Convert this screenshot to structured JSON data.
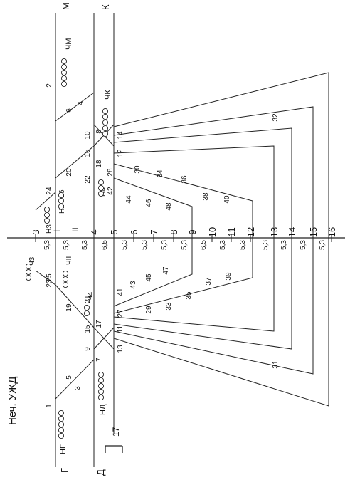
{
  "header": {
    "title": "Неч. УЖД"
  },
  "labels": {
    "track_G": "Г",
    "track_D": "Д",
    "track_M": "М",
    "track_K": "К",
    "sig_NG": "НГ",
    "sig_ND": "НД",
    "sig_CHM": "ЧМ",
    "sig_CHK": "ЧК",
    "sig_N3": "Н3",
    "sig_NII": "НII",
    "sig_N4": "Н4",
    "sig_CHII": "ЧII",
    "sig_CH4": "Ч4",
    "sig_CH3": "Ч3",
    "track_I": "I",
    "track_II": "II",
    "track_17": "17"
  },
  "tracks": [
    "3",
    "I",
    "II",
    "4",
    "5",
    "6",
    "7",
    "8",
    "9",
    "10",
    "11",
    "12",
    "13",
    "14",
    "15",
    "16"
  ],
  "slopes": [
    "5,3",
    "5,3",
    "5,3",
    "6,5",
    "5,3",
    "5,3",
    "5,3",
    "5,3",
    "6,5",
    "5,3",
    "5,3",
    "5,3",
    "5,3",
    "5,3",
    "5,3"
  ],
  "switches_left": [
    "1",
    "3",
    "5",
    "7",
    "9",
    "13",
    "11",
    "15",
    "17",
    "19",
    "21",
    "23",
    "25",
    "27",
    "41",
    "43",
    "45",
    "47",
    "29",
    "33",
    "35",
    "37",
    "39",
    "31"
  ],
  "switches_right": [
    "2",
    "4",
    "6",
    "8",
    "10",
    "14",
    "12",
    "16",
    "18",
    "20",
    "22",
    "24",
    "26",
    "28",
    "42",
    "44",
    "46",
    "48",
    "30",
    "34",
    "36",
    "38",
    "40",
    "32"
  ]
}
